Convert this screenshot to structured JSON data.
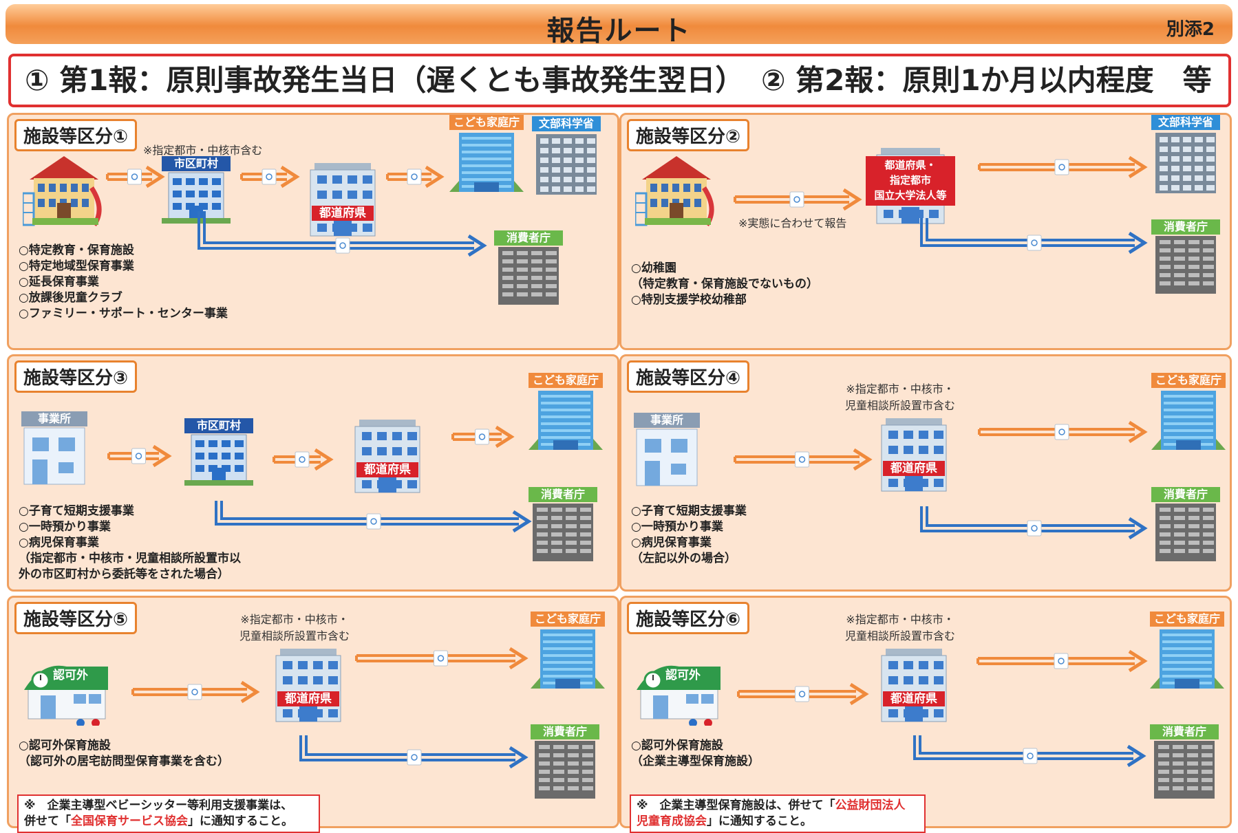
{
  "header": {
    "title": "報告ルート",
    "attachment": "別添2"
  },
  "phases": {
    "first": "① 第1報：原則事故発生当日（遅くとも事故発生翌日）",
    "second": "② 第2報：原則1か月以内程度　等"
  },
  "labels": {
    "kodomo": "こども家庭庁",
    "monka": "文部科学省",
    "shohi": "消費者庁",
    "todofuken": "都道府県",
    "shikuchoson": "市区町村",
    "jigyosho": "事業所",
    "ninkagai": "認可外",
    "todofuken_multi": "都道府県・\n指定都市\n国立大学法人等"
  },
  "panels": [
    {
      "title": "施設等区分①",
      "note": "※指定都市・中核市含む",
      "items": [
        "○特定教育・保育施設",
        "○特定地域型保育事業",
        "○延長保育事業",
        "○放課後児童クラブ",
        "○ファミリー・サポート・センター事業"
      ]
    },
    {
      "title": "施設等区分②",
      "note": "※実態に合わせて報告",
      "items": [
        "○幼稚園",
        "（特定教育・保育施設でないもの）",
        "○特別支援学校幼稚部"
      ]
    },
    {
      "title": "施設等区分③",
      "items": [
        "○子育て短期支援事業",
        "○一時預かり事業",
        "○病児保育事業",
        "（指定都市・中核市・児童相談所設置市以",
        "外の市区町村から委託等をされた場合）"
      ]
    },
    {
      "title": "施設等区分④",
      "note": "※指定都市・中核市・\n児童相談所設置市含む",
      "items": [
        "○子育て短期支援事業",
        "○一時預かり事業",
        "○病児保育事業",
        "（左記以外の場合）"
      ]
    },
    {
      "title": "施設等区分⑤",
      "note": "※指定都市・中核市・\n児童相談所設置市含む",
      "items": [
        "○認可外保育施設",
        "（認可外の居宅訪問型保育事業を含む）"
      ],
      "callout": {
        "pre": "※　企業主導型ベビーシッター等利用支援事業は、",
        "line2_pre": "併せて「",
        "org": "全国保育サービス協会",
        "post": "」に通知すること。"
      }
    },
    {
      "title": "施設等区分⑥",
      "note": "※指定都市・中核市・\n児童相談所設置市含む",
      "items": [
        "○認可外保育施設",
        "（企業主導型保育施設）"
      ],
      "callout": {
        "pre": "※　企業主導型保育施設は、併せて「",
        "org1": "公益財団法人",
        "org2": "児童育成協会",
        "post": "」に通知すること。"
      }
    }
  ],
  "colors": {
    "orange_arrow": "#f08a3c",
    "blue_arrow": "#2f72c4",
    "panel_bg": "#fde5d2",
    "accent_red": "#e03030"
  }
}
